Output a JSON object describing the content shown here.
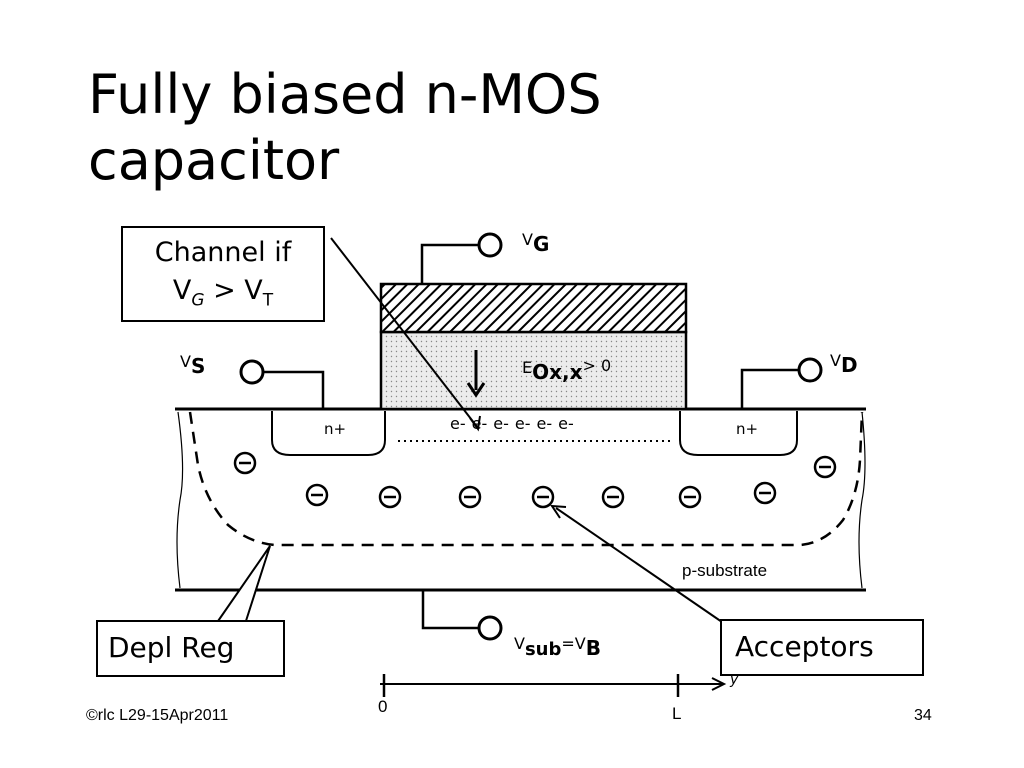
{
  "title": {
    "line1": "Fully biased n-MOS",
    "line2": "capacitor"
  },
  "callouts": {
    "channel": {
      "line1": "Channel if",
      "vg": "V",
      "vg_sub": "G",
      "gt": " > ",
      "vt": "V",
      "vt_sub": "T"
    },
    "depl": "Depl Reg",
    "acceptors": "Acceptors"
  },
  "terminals": {
    "gate": {
      "pre": "V",
      "sub": "G"
    },
    "source": {
      "pre": "V",
      "sub": "S"
    },
    "drain": {
      "pre": "V",
      "sub": "D"
    },
    "substrate": {
      "pre1": "V",
      "sub1": "sub",
      "eq": "=",
      "pre2": "V",
      "sub2": "B"
    }
  },
  "field": {
    "pre": "E",
    "sub": "Ox,x",
    "post": "> 0"
  },
  "regions": {
    "n_left": "n+",
    "n_right": "n+",
    "substrate": "p-substrate"
  },
  "electrons": [
    "e-",
    "e-",
    "e-",
    "e-",
    "e-",
    "e-"
  ],
  "acceptor_symbol": "⊖",
  "axis": {
    "start": "0",
    "end": "L",
    "arrow_label": "y"
  },
  "footer": {
    "left": "©rlc L29-15Apr2011",
    "right": "34"
  }
}
